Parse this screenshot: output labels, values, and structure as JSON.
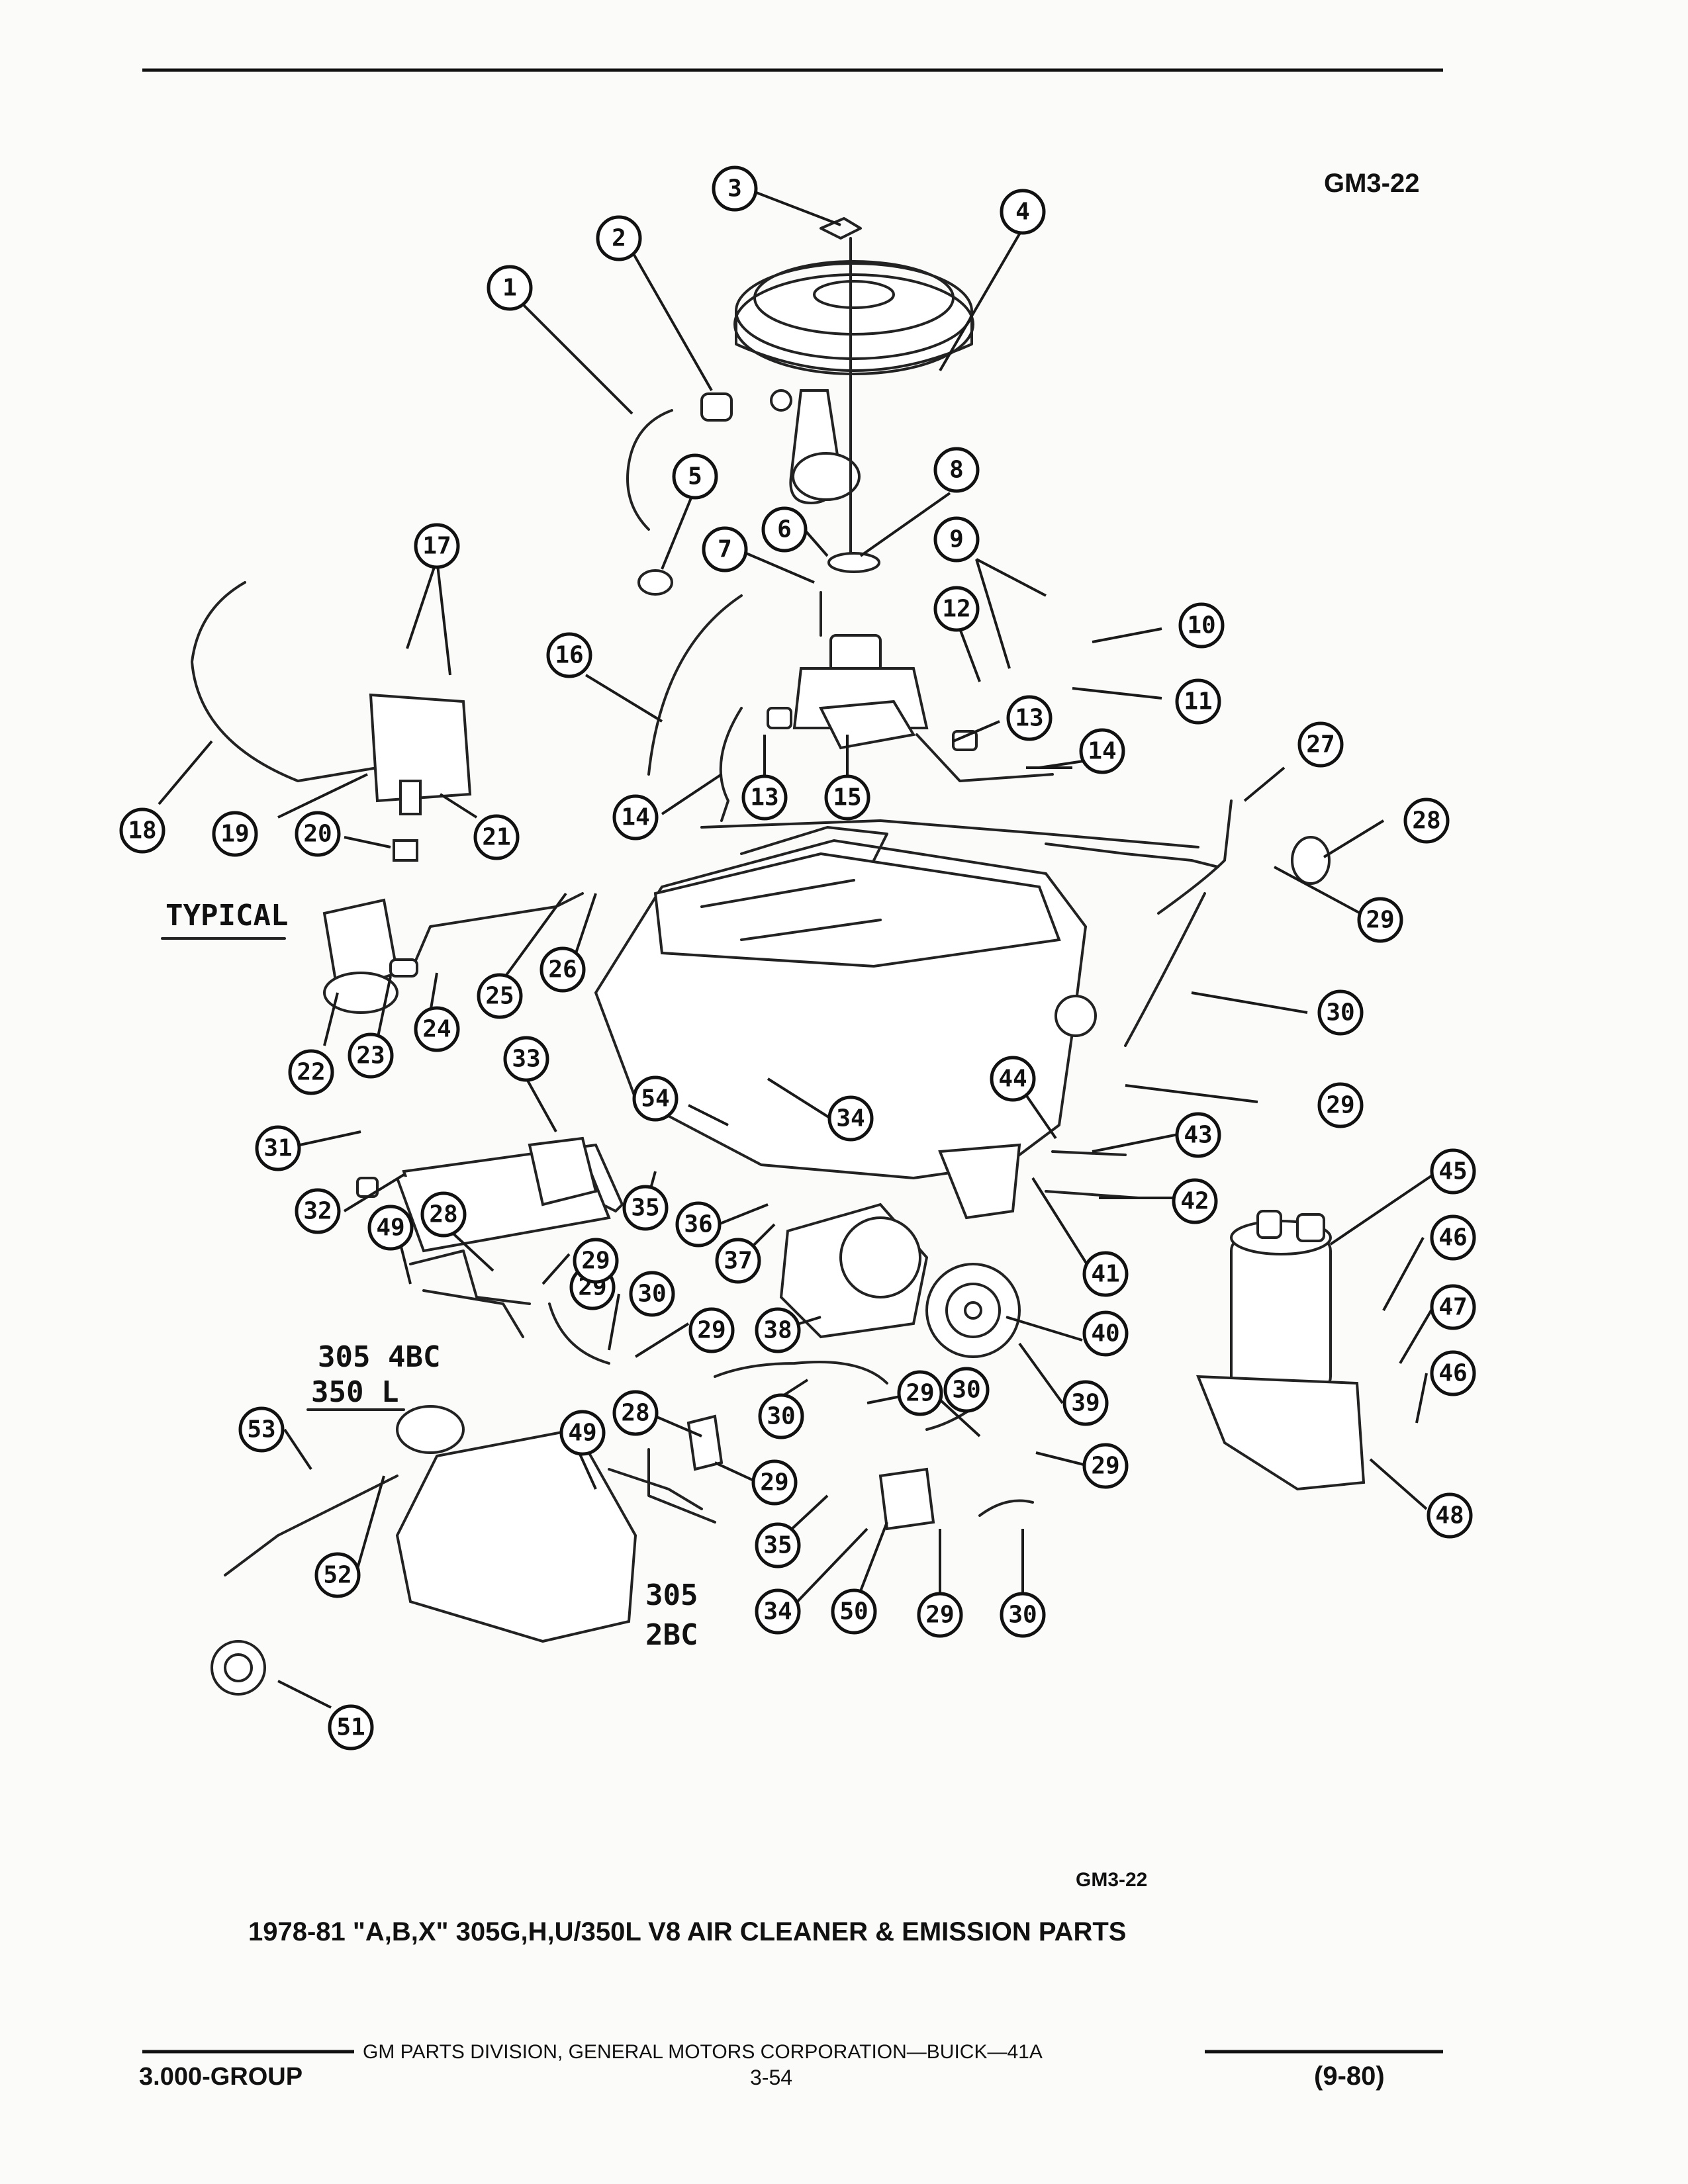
{
  "header": {
    "code_top": "GM3-22"
  },
  "caption": {
    "code": "GM3-22",
    "title": "1978-81 \"A,B,X\" 305G,H,U/350L V8 AIR CLEANER & EMISSION PARTS"
  },
  "labels": {
    "typical": "TYPICAL",
    "engine_305_4bc": "305 4BC",
    "engine_350_l": "350 L",
    "engine_305": "305",
    "engine_2bc": "2BC"
  },
  "footer": {
    "group": "3.000-GROUP",
    "division": "GM PARTS DIVISION, GENERAL MOTORS CORPORATION—BUICK—41A",
    "page": "3-54",
    "date": "(9-80)"
  },
  "callouts": [
    "1",
    "2",
    "3",
    "4",
    "5",
    "6",
    "7",
    "8",
    "9",
    "10",
    "11",
    "12",
    "13",
    "13",
    "14",
    "14",
    "15",
    "16",
    "17",
    "18",
    "19",
    "20",
    "21",
    "22",
    "23",
    "24",
    "25",
    "26",
    "27",
    "28",
    "29",
    "29",
    "30",
    "29",
    "31",
    "32",
    "33",
    "34",
    "35",
    "36",
    "37",
    "38",
    "39",
    "40",
    "41",
    "42",
    "43",
    "44",
    "45",
    "46",
    "47",
    "46",
    "48",
    "49",
    "28",
    "29",
    "30",
    "29",
    "53",
    "52",
    "49",
    "28",
    "30",
    "29",
    "29",
    "30",
    "29",
    "35",
    "34",
    "50",
    "29",
    "30",
    "51",
    "54"
  ]
}
